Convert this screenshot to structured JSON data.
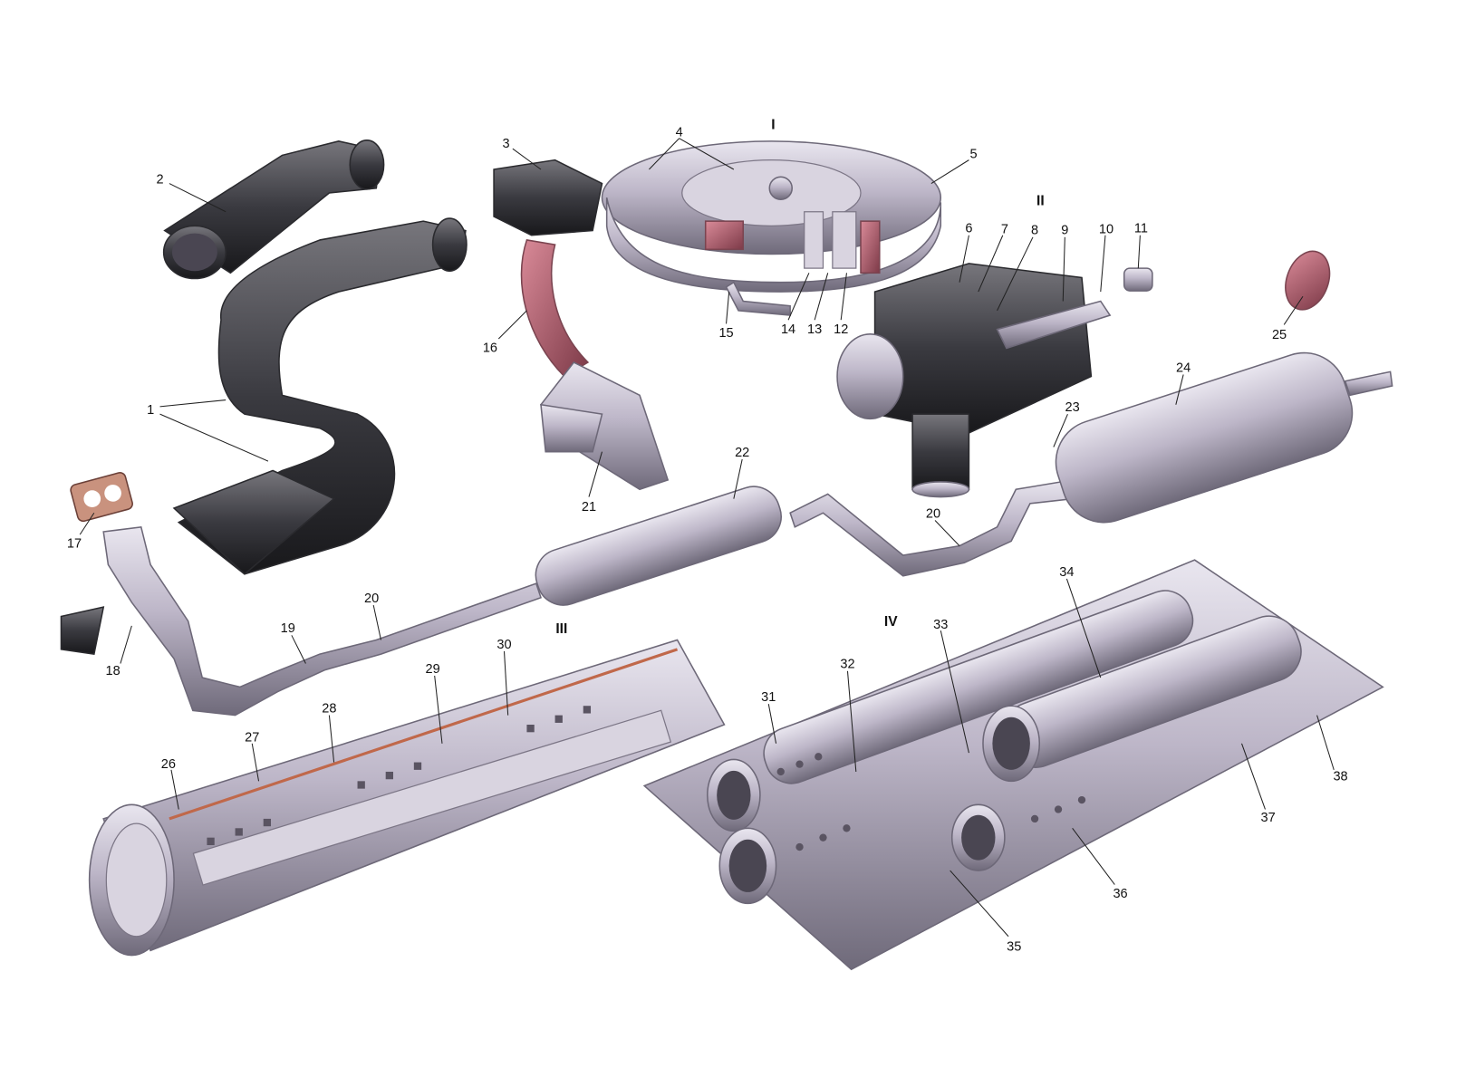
{
  "diagram": {
    "sections": {
      "I": "I",
      "II": "II",
      "III": "III",
      "IV": "IV"
    },
    "labels": {
      "l1": "1",
      "l2": "2",
      "l3": "3",
      "l4": "4",
      "l5": "5",
      "l6": "6",
      "l7": "7",
      "l8": "8",
      "l9": "9",
      "l10": "10",
      "l11": "11",
      "l12": "12",
      "l13": "13",
      "l14": "14",
      "l15": "15",
      "l16": "16",
      "l17": "17",
      "l18": "18",
      "l19": "19",
      "l20a": "20",
      "l20b": "20",
      "l21": "21",
      "l22": "22",
      "l23": "23",
      "l24": "24",
      "l25": "25",
      "l26": "26",
      "l27": "27",
      "l28": "28",
      "l29": "29",
      "l30": "30",
      "l31": "31",
      "l32": "32",
      "l33": "33",
      "l34": "34",
      "l35": "35",
      "l36": "36",
      "l37": "37",
      "l38": "38"
    },
    "colors": {
      "metal": "#b9b3c4",
      "dark": "#3a3a40",
      "pink": "#b05a6a"
    }
  }
}
